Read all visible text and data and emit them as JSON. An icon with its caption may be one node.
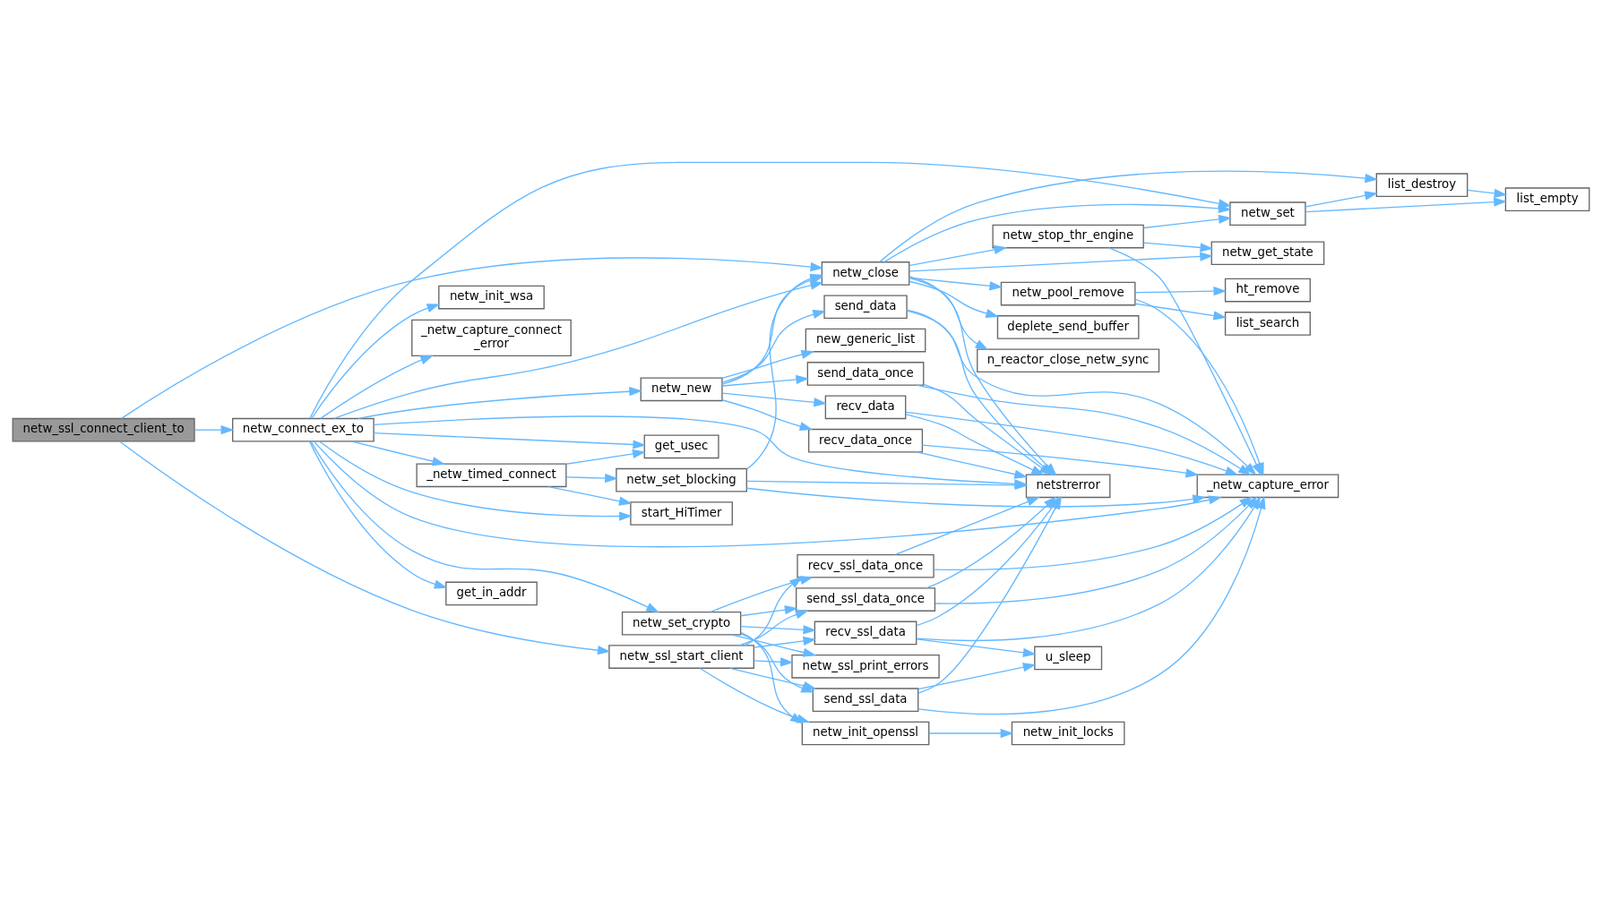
{
  "diagram": {
    "nodes": [
      {
        "text": [
          "netw_ssl_connect_client_to"
        ]
      },
      {
        "text": [
          "netw_connect_ex_to"
        ]
      },
      {
        "text": [
          "netw_close"
        ]
      },
      {
        "text": [
          "netw_set"
        ]
      },
      {
        "text": [
          "list_destroy"
        ]
      },
      {
        "text": [
          "list_empty"
        ]
      },
      {
        "text": [
          "get_in_addr"
        ]
      },
      {
        "text": [
          "netw_init_wsa"
        ]
      },
      {
        "text": [
          "deplete_send_buffer"
        ]
      },
      {
        "text": [
          "netw_get_state"
        ]
      },
      {
        "text": [
          "netw_stop_thr_engine"
        ]
      },
      {
        "text": [
          "n_reactor_close_netw_sync"
        ]
      },
      {
        "text": [
          "netw_pool_remove"
        ]
      },
      {
        "text": [
          "ht_remove"
        ]
      },
      {
        "text": [
          "list_search"
        ]
      },
      {
        "text": [
          "new_generic_list"
        ]
      },
      {
        "text": [
          "send_data_once"
        ]
      },
      {
        "text": [
          "netw_new"
        ]
      },
      {
        "text": [
          "recv_data"
        ]
      },
      {
        "text": [
          "recv_data_once"
        ]
      },
      {
        "text": [
          "send_data"
        ]
      },
      {
        "text": [
          "_netw_capture_error"
        ]
      },
      {
        "text": [
          "get_usec"
        ]
      },
      {
        "text": [
          "_netw_timed_connect"
        ]
      },
      {
        "text": [
          "netw_set_blocking"
        ]
      },
      {
        "text": [
          "netstrerror"
        ]
      },
      {
        "text": [
          "start_HiTimer"
        ]
      },
      {
        "text": [
          "netw_ssl_print_errors"
        ]
      },
      {
        "text": [
          "_netw_capture_connect _error"
        ]
      },
      {
        "text": [
          "recv_ssl_data_once"
        ]
      },
      {
        "text": [
          "netw_set_crypto"
        ]
      },
      {
        "text": [
          "send_ssl_data_once"
        ]
      },
      {
        "text": [
          "netw_ssl_start_client"
        ]
      },
      {
        "text": [
          "send_ssl_data"
        ]
      },
      {
        "text": [
          "u_sleep"
        ]
      },
      {
        "text": [
          "recv_ssl_data"
        ]
      },
      {
        "text": [
          "netw_init_openssl"
        ]
      },
      {
        "text": [
          "netw_init_locks"
        ]
      }
    ],
    "edges": [
      {
        "from": 0,
        "to": 1,
        "arrow": "to"
      },
      {
        "from": 0,
        "to": 2,
        "arrow": "to"
      },
      {
        "from": 0,
        "to": 32,
        "arrow": "to"
      },
      {
        "from": 1,
        "to": 2,
        "arrow": "to"
      },
      {
        "from": 1,
        "to": 3,
        "arrow": "to"
      },
      {
        "from": 1,
        "to": 6,
        "arrow": "to"
      },
      {
        "from": 1,
        "to": 7,
        "arrow": "to"
      },
      {
        "from": 1,
        "to": 17,
        "arrow": "to"
      },
      {
        "from": 1,
        "to": 21,
        "arrow": "to"
      },
      {
        "from": 1,
        "to": 22,
        "arrow": "to"
      },
      {
        "from": 1,
        "to": 23,
        "arrow": "to"
      },
      {
        "from": 1,
        "to": 25,
        "arrow": "to"
      },
      {
        "from": 1,
        "to": 26,
        "arrow": "to"
      },
      {
        "from": 1,
        "to": 28,
        "arrow": "to"
      },
      {
        "from": 1,
        "to": 30,
        "arrow": "to"
      },
      {
        "from": 2,
        "to": 3,
        "arrow": "to"
      },
      {
        "from": 2,
        "to": 4,
        "arrow": "to"
      },
      {
        "from": 2,
        "to": 8,
        "arrow": "to"
      },
      {
        "from": 2,
        "to": 9,
        "arrow": "to"
      },
      {
        "from": 2,
        "to": 10,
        "arrow": "to"
      },
      {
        "from": 2,
        "to": 11,
        "arrow": "to"
      },
      {
        "from": 2,
        "to": 12,
        "arrow": "to"
      },
      {
        "from": 2,
        "to": 25,
        "arrow": "to"
      },
      {
        "from": 3,
        "to": 4,
        "arrow": "to"
      },
      {
        "from": 3,
        "to": 5,
        "arrow": "to"
      },
      {
        "from": 4,
        "to": 5,
        "arrow": "to"
      },
      {
        "from": 10,
        "to": 3,
        "arrow": "to"
      },
      {
        "from": 10,
        "to": 9,
        "arrow": "to"
      },
      {
        "from": 10,
        "to": 21,
        "arrow": "to"
      },
      {
        "from": 12,
        "to": 13,
        "arrow": "to"
      },
      {
        "from": 12,
        "to": 14,
        "arrow": "to"
      },
      {
        "from": 12,
        "to": 21,
        "arrow": "to"
      },
      {
        "from": 17,
        "to": 2,
        "arrow": "to"
      },
      {
        "from": 17,
        "to": 15,
        "arrow": "to"
      },
      {
        "from": 17,
        "to": 16,
        "arrow": "to"
      },
      {
        "from": 17,
        "to": 18,
        "arrow": "to"
      },
      {
        "from": 17,
        "to": 19,
        "arrow": "to"
      },
      {
        "from": 17,
        "to": 20,
        "arrow": "to"
      },
      {
        "from": 16,
        "to": 21,
        "arrow": "to"
      },
      {
        "from": 16,
        "to": 25,
        "arrow": "to"
      },
      {
        "from": 18,
        "to": 21,
        "arrow": "to"
      },
      {
        "from": 18,
        "to": 25,
        "arrow": "to"
      },
      {
        "from": 19,
        "to": 21,
        "arrow": "to"
      },
      {
        "from": 19,
        "to": 25,
        "arrow": "to"
      },
      {
        "from": 20,
        "to": 21,
        "arrow": "to"
      },
      {
        "from": 20,
        "to": 25,
        "arrow": "to"
      },
      {
        "from": 23,
        "to": 22,
        "arrow": "to"
      },
      {
        "from": 23,
        "to": 24,
        "arrow": "to"
      },
      {
        "from": 23,
        "to": 26,
        "arrow": "to"
      },
      {
        "from": 24,
        "to": 2,
        "arrow": "to"
      },
      {
        "from": 24,
        "to": 21,
        "arrow": "to"
      },
      {
        "from": 24,
        "to": 25,
        "arrow": "to"
      },
      {
        "from": 30,
        "to": 27,
        "arrow": "to"
      },
      {
        "from": 30,
        "to": 29,
        "arrow": "to"
      },
      {
        "from": 30,
        "to": 31,
        "arrow": "to"
      },
      {
        "from": 30,
        "to": 33,
        "arrow": "to"
      },
      {
        "from": 30,
        "to": 35,
        "arrow": "to"
      },
      {
        "from": 30,
        "to": 36,
        "arrow": "to"
      },
      {
        "from": 32,
        "to": 27,
        "arrow": "to"
      },
      {
        "from": 32,
        "to": 29,
        "arrow": "to"
      },
      {
        "from": 32,
        "to": 31,
        "arrow": "to"
      },
      {
        "from": 32,
        "to": 33,
        "arrow": "to"
      },
      {
        "from": 32,
        "to": 35,
        "arrow": "to"
      },
      {
        "from": 32,
        "to": 36,
        "arrow": "to"
      },
      {
        "from": 29,
        "to": 21,
        "arrow": "to"
      },
      {
        "from": 29,
        "to": 25,
        "arrow": "to"
      },
      {
        "from": 31,
        "to": 21,
        "arrow": "to"
      },
      {
        "from": 31,
        "to": 25,
        "arrow": "to"
      },
      {
        "from": 33,
        "to": 21,
        "arrow": "to"
      },
      {
        "from": 33,
        "to": 25,
        "arrow": "to"
      },
      {
        "from": 33,
        "to": 34,
        "arrow": "to"
      },
      {
        "from": 35,
        "to": 21,
        "arrow": "to"
      },
      {
        "from": 35,
        "to": 25,
        "arrow": "to"
      },
      {
        "from": 35,
        "to": 34,
        "arrow": "to"
      },
      {
        "from": 36,
        "to": 37,
        "arrow": "to"
      }
    ]
  }
}
